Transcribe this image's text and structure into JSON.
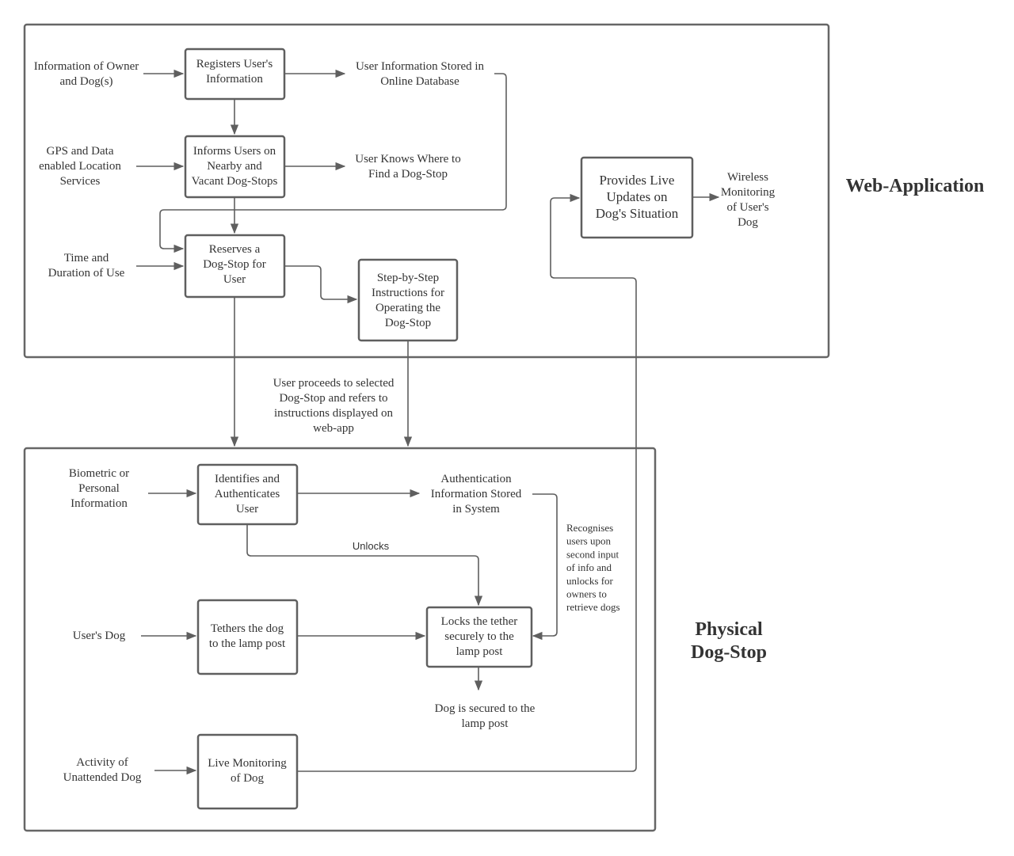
{
  "sections": {
    "web_app_title": "Web-Application",
    "physical_title_line1": "Physical",
    "physical_title_line2": "Dog-Stop"
  },
  "web_app": {
    "input_owner_info": [
      "Information of Owner",
      "and Dog(s)"
    ],
    "registers": [
      "Registers User's",
      "Information"
    ],
    "stored_db": [
      "User Information Stored in",
      "Online Database"
    ],
    "input_gps": [
      "GPS and Data",
      "enabled Location",
      "Services"
    ],
    "informs": [
      "Informs Users on",
      "Nearby and",
      "Vacant Dog-Stops"
    ],
    "knows_where": [
      "User Knows Where to",
      "Find a Dog-Stop"
    ],
    "input_time": [
      "Time and",
      "Duration of Use"
    ],
    "reserves": [
      "Reserves a",
      "Dog-Stop for",
      "User"
    ],
    "instructions": [
      "Step-by-Step",
      "Instructions for",
      "Operating the",
      "Dog-Stop"
    ],
    "live_updates": [
      "Provides Live",
      "Updates on",
      "Dog's Situation"
    ],
    "wireless": [
      "Wireless",
      "Monitoring",
      "of User's",
      "Dog"
    ]
  },
  "transition": [
    "User proceeds to selected",
    "Dog-Stop and refers to",
    "instructions displayed on",
    "web-app"
  ],
  "physical": {
    "input_biometric": [
      "Biometric or",
      "Personal",
      "Information"
    ],
    "identifies": [
      "Identifies and",
      "Authenticates",
      "User"
    ],
    "auth_stored": [
      "Authentication",
      "Information Stored",
      "in System"
    ],
    "unlocks_label": "Unlocks",
    "recognises": [
      "Recognises",
      "users upon",
      "second input",
      "of info and",
      "unlocks for",
      "owners to",
      "retrieve dogs"
    ],
    "input_dog": [
      "User's Dog"
    ],
    "tethers": [
      "Tethers the dog",
      "to the lamp post"
    ],
    "locks": [
      "Locks the tether",
      "securely to the",
      "lamp post"
    ],
    "secured": [
      "Dog is secured to the",
      "lamp post"
    ],
    "input_activity": [
      "Activity of",
      "Unattended Dog"
    ],
    "live_monitoring": [
      "Live Monitoring",
      "of Dog"
    ]
  }
}
